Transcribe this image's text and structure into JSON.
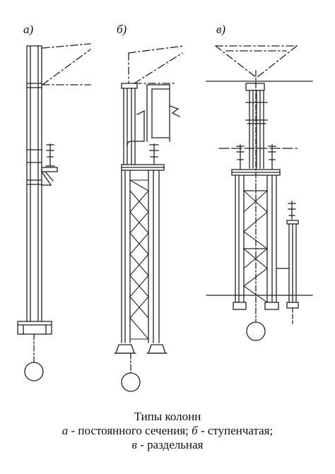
{
  "labels": {
    "a": "а)",
    "b": "б)",
    "v": "в)"
  },
  "caption": {
    "title": "Типы колонн",
    "line1": {
      "k1": "а",
      "t1": " - постоянного сечения; ",
      "k2": "б",
      "t2": " - ступенчатая;"
    },
    "line2": {
      "k": "в",
      "t": " - раздельная"
    }
  }
}
